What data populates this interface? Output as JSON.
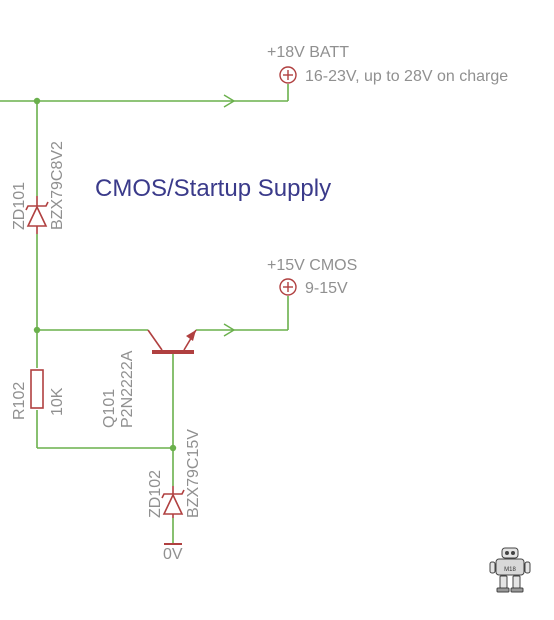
{
  "title": "CMOS/Startup Supply",
  "colors": {
    "wire": "#6ab04c",
    "symbol": "#b04040",
    "label": "#909090",
    "title": "#3a3a8a"
  },
  "nets": {
    "batt": {
      "name": "+18V BATT",
      "description": "16-23V, up to 28V on charge",
      "icon": "plus-circle-icon"
    },
    "cmos": {
      "name": "+15V CMOS",
      "description": "9-15V",
      "icon": "plus-circle-icon"
    },
    "ground": {
      "name": "0V"
    }
  },
  "components": {
    "zd101": {
      "ref": "ZD101",
      "part": "BZX79C8V2",
      "icon": "zener-diode-icon"
    },
    "r102": {
      "ref": "R102",
      "value": "10K",
      "icon": "resistor-icon"
    },
    "q101": {
      "ref": "Q101",
      "part": "P2N2222A",
      "icon": "npn-transistor-icon"
    },
    "zd102": {
      "ref": "ZD102",
      "part": "BZX79C15V",
      "icon": "zener-diode-icon"
    }
  },
  "logo": {
    "icon": "robot-mascot-icon",
    "text": "M18"
  }
}
